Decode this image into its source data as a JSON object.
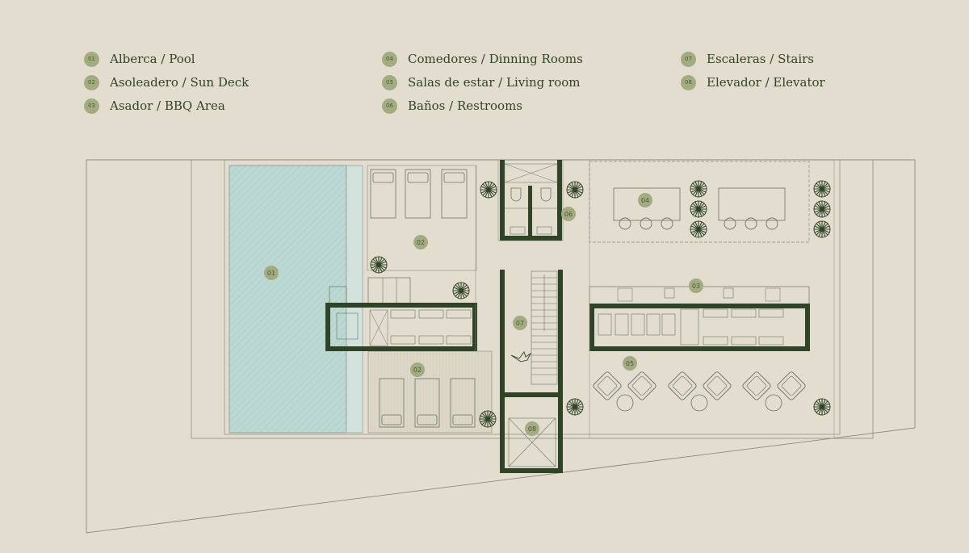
{
  "legend": [
    {
      "num": "01",
      "label": "Alberca / Pool"
    },
    {
      "num": "02",
      "label": "Asoleadero / Sun Deck"
    },
    {
      "num": "03",
      "label": "Asador / BBQ Area"
    },
    {
      "num": "04",
      "label": "Comedores / Dinning Rooms"
    },
    {
      "num": "05",
      "label": "Salas de estar / Living room"
    },
    {
      "num": "06",
      "label": "Baños / Restrooms"
    },
    {
      "num": "07",
      "label": "Escaleras / Stairs"
    },
    {
      "num": "08",
      "label": "Elevador / Elevator"
    }
  ],
  "plan_labels": {
    "pool": "01",
    "sundeck_upper": "02",
    "sundeck_lower": "02",
    "bbq": "03",
    "dining": "04",
    "living": "05",
    "restrooms": "06",
    "stairs": "07",
    "elevator": "08"
  },
  "colors": {
    "background": "#e3ddd0",
    "wall": "#2f4426",
    "badge": "#a3ac80",
    "pool": "#bcd8d2",
    "text": "#2f4426"
  }
}
